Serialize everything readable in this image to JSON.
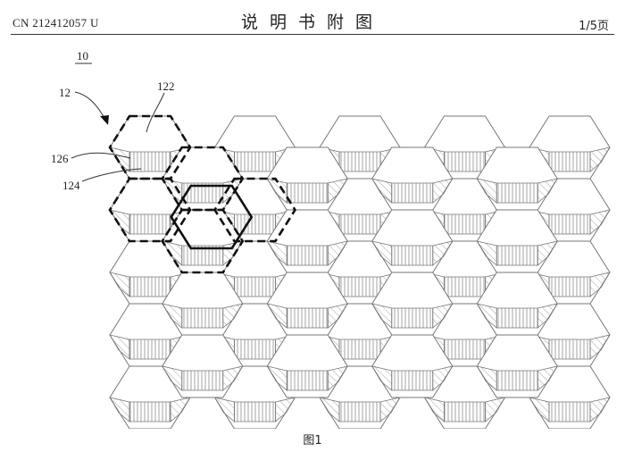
{
  "header": {
    "publication_number": "CN 212412057 U",
    "section_title": "说明书附图",
    "page_indicator": "1/5页"
  },
  "figure": {
    "reference_labels": {
      "assembly": "10",
      "element": "12",
      "top_face": "122",
      "side_face_left": "126",
      "side_face_right": "124"
    },
    "caption": "图1"
  }
}
